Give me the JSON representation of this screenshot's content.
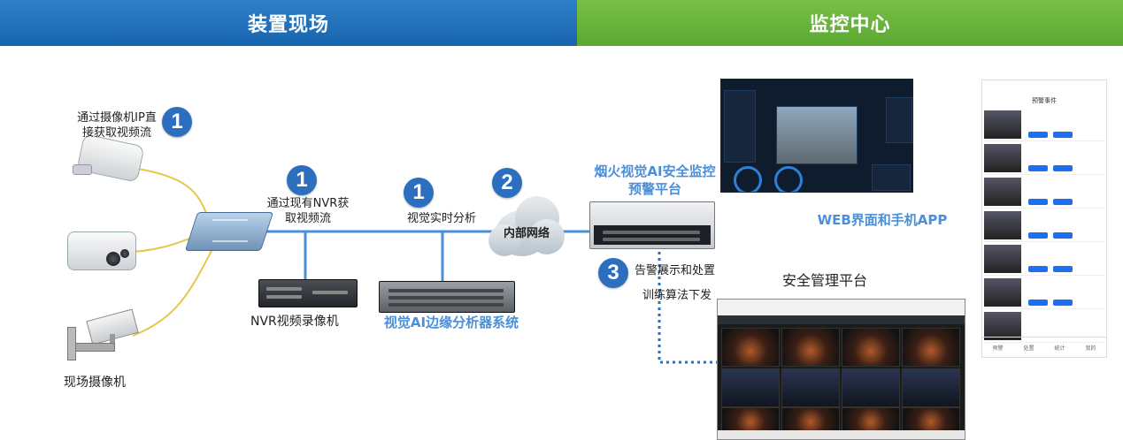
{
  "header": {
    "left_title": "装置现场",
    "right_title": "监控中心",
    "left_color": "#1f6fb8",
    "right_color": "#64b23a"
  },
  "badges": {
    "b1": "1",
    "b2": "1",
    "b3": "1",
    "b4": "2",
    "b5": "3"
  },
  "labels": {
    "ip_stream": "通过摄像机IP直\n接获取视频流",
    "nvr_stream": "通过现有NVR获\n取视频流",
    "realtime": "视觉实时分析",
    "intranet": "内部网络",
    "platform_title": "烟火视觉AI安全监控\n预警平台",
    "alarm": "告警展示和处置",
    "train": "训练算法下发",
    "nvr": "NVR视频录像机",
    "edge": "视觉AI边缘分析器系统",
    "site_cams": "现场摄像机",
    "web_app": "WEB界面和手机APP",
    "mgmt": "安全管理平台"
  },
  "phone": {
    "title": "预警事件",
    "tabs": [
      "预警",
      "处置",
      "统计",
      "我的"
    ]
  },
  "icons": [
    "bullet-camera-icon",
    "box-camera-icon",
    "cctv-camera-icon",
    "network-switch-icon",
    "cloud-icon",
    "server-icon"
  ]
}
